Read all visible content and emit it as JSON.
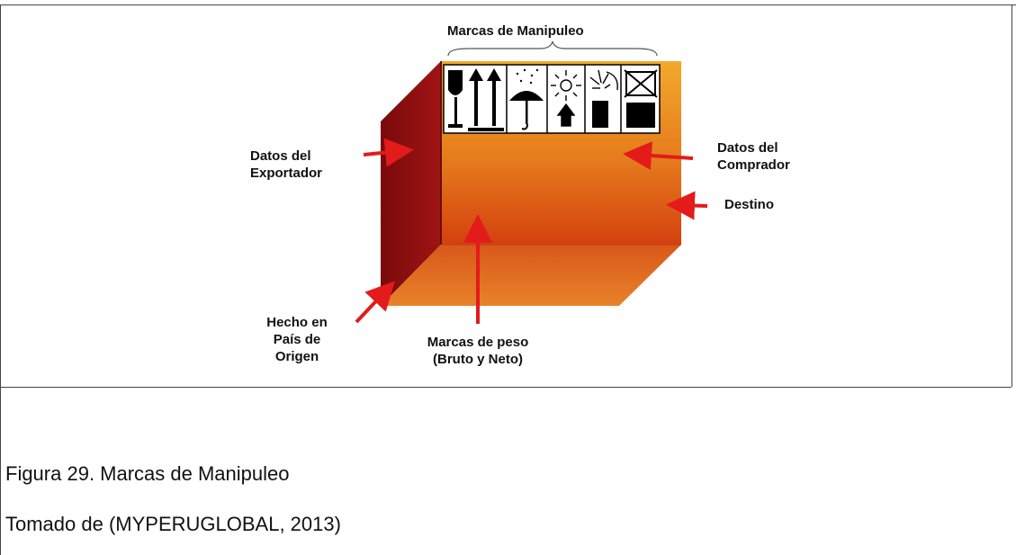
{
  "labels": {
    "marcas_manipuleo": "Marcas de Manipuleo",
    "datos_exportador_1": "Datos del",
    "datos_exportador_2": "Exportador",
    "datos_comprador_1": "Datos del",
    "datos_comprador_2": "Comprador",
    "destino": "Destino",
    "hecho_en_1": "Hecho en",
    "hecho_en_2": "País de",
    "hecho_en_3": "Origen",
    "marcas_peso_1": "Marcas de peso",
    "marcas_peso_2": "(Bruto y Neto)"
  },
  "caption": {
    "figure": "Figura 29. Marcas de Manipuleo",
    "source": "Tomado de (MYPERUGLOBAL, 2013)"
  },
  "colors": {
    "box_front_top": "#f0a52a",
    "box_front_bottom": "#d84a12",
    "box_side": "#8e0f0f",
    "box_bottom": "#e06a1e",
    "arrow": "#e31b1b"
  },
  "icons": [
    "fragile-glass-icon",
    "this-way-up-icon",
    "keep-dry-icon",
    "keep-from-heat-icon",
    "protect-from-radiation-icon",
    "do-not-stack-icon"
  ]
}
